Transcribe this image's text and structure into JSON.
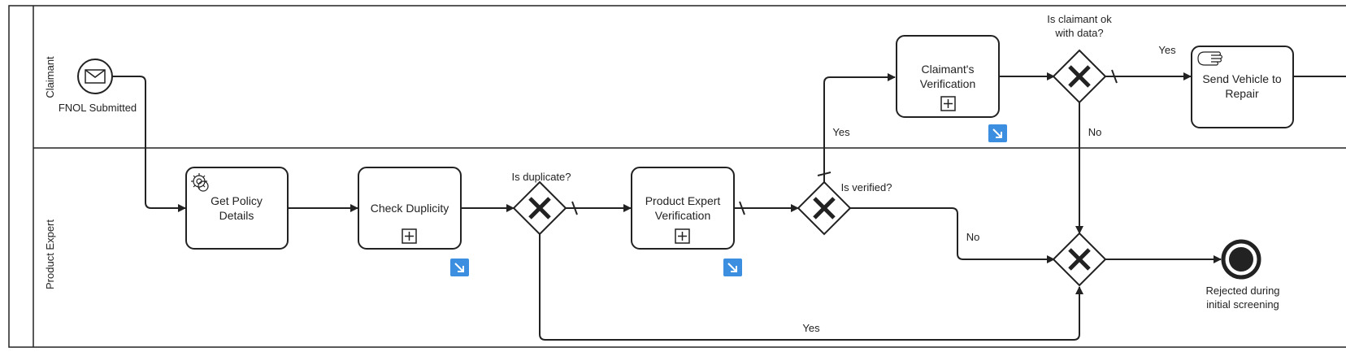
{
  "lanes": {
    "claimant": "Claimant",
    "product_expert": "Product Expert"
  },
  "events": {
    "start_label": "FNOL Submitted",
    "end_label_line1": "Rejected during",
    "end_label_line2": "initial screening"
  },
  "tasks": {
    "get_policy_line1": "Get Policy",
    "get_policy_line2": "Details",
    "check_duplicity": "Check Duplicity",
    "product_expert_line1": "Product Expert",
    "product_expert_line2": "Verification",
    "claimant_verif_line1": "Claimant's",
    "claimant_verif_line2": "Verification",
    "send_vehicle_line1": "Send Vehicle to",
    "send_vehicle_line2": "Repair"
  },
  "gateways": {
    "is_duplicate": "Is duplicate?",
    "is_verified": "Is verified?",
    "claimant_ok_line1": "Is claimant ok",
    "claimant_ok_line2": "with data?"
  },
  "flow_labels": {
    "dup_yes": "Yes",
    "verified_yes": "Yes",
    "verified_no": "No",
    "claimant_yes": "Yes",
    "claimant_no": "No"
  },
  "icons": {
    "start": "envelope-icon",
    "service": "gear-icon",
    "manual": "hand-icon",
    "subprocess": "plus-square-icon",
    "drilldown": "drilldown-arrow-icon",
    "gateway": "exclusive-x-icon"
  },
  "colors": {
    "stroke": "#222222",
    "drilldown": "#3b8ee0"
  }
}
